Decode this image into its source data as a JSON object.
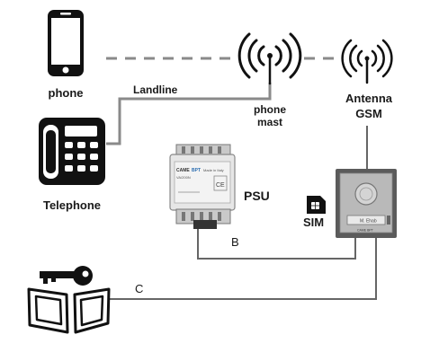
{
  "labels": {
    "phone": "phone",
    "landline": "Landline",
    "phone_mast_line1": "phone",
    "phone_mast_line2": "mast",
    "antenna_line1": "Antenna",
    "antenna_line2": "GSM",
    "telephone": "Telephone",
    "psu": "PSU",
    "sim": "SIM",
    "b": "B",
    "c": "C"
  },
  "device_text": {
    "psu_brand": "CAME",
    "psu_brand_suffix": "BPT",
    "psu_model": "VA/200N",
    "psu_made": "Made in Italy",
    "panel_nameplate": "M. Ehab",
    "panel_brand": "CAME BPT"
  }
}
